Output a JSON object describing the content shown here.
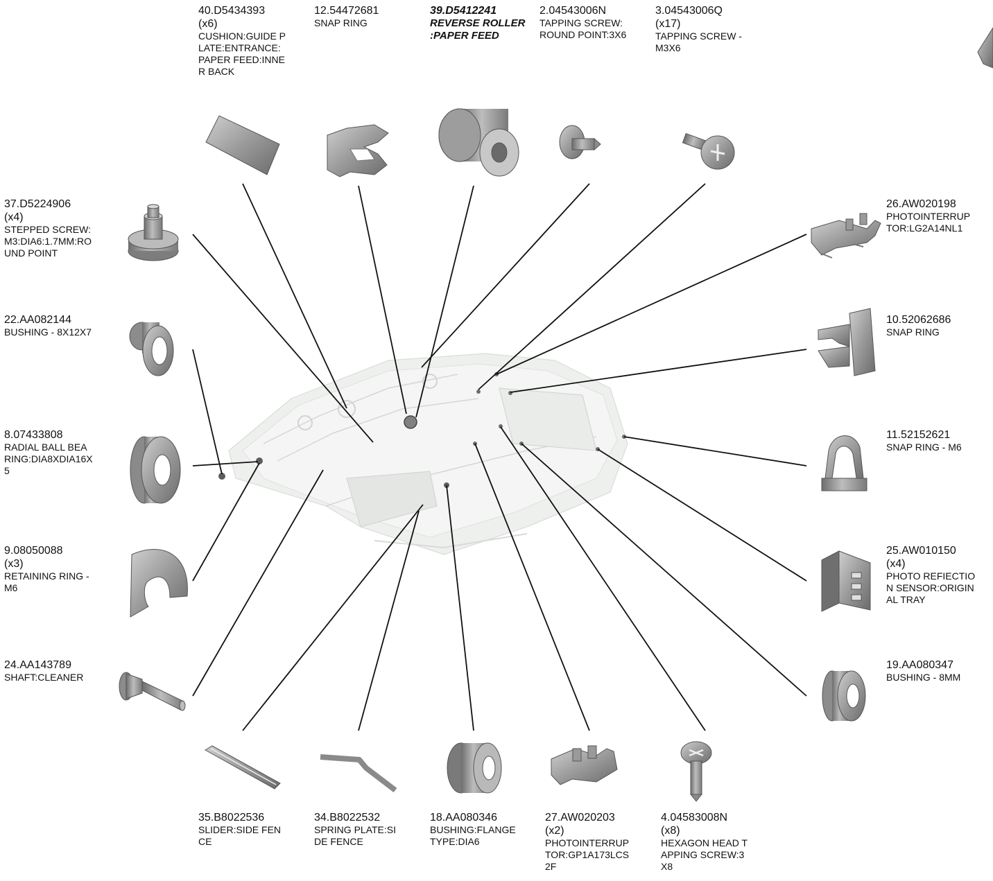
{
  "parts": [
    {
      "id": "p40",
      "number": "40.D5434393",
      "qty": "(x6)",
      "desc": "CUSHION:GUIDE P\nLATE:ENTRANCE:\nPAPER FEED:INNE\nR BACK",
      "icon": "cushion-pad-icon"
    },
    {
      "id": "p12",
      "number": "12.54472681",
      "qty": "",
      "desc": "SNAP RING",
      "icon": "snap-ring-icon"
    },
    {
      "id": "p39",
      "number": "39.D5412241",
      "qty": "",
      "desc": "REVERSE ROLLER\n:PAPER FEED",
      "icon": "roller-icon",
      "highlight": true
    },
    {
      "id": "p2",
      "number": "2.04543006N",
      "qty": "",
      "desc": "TAPPING SCREW:\nROUND POINT:3X6",
      "icon": "tapping-screw-icon"
    },
    {
      "id": "p3",
      "number": "3.04543006Q",
      "qty": "(x17)",
      "desc": "TAPPING SCREW -\n M3X6",
      "icon": "phillips-screw-icon"
    },
    {
      "id": "p37",
      "number": "37.D5224906",
      "qty": "(x4)",
      "desc": "STEPPED SCREW:\nM3:DIA6:1.7MM:RO\nUND POINT",
      "icon": "stepped-screw-icon"
    },
    {
      "id": "p22",
      "number": "22.AA082144",
      "qty": "",
      "desc": "BUSHING - 8X12X7",
      "icon": "bushing-icon"
    },
    {
      "id": "p8",
      "number": "8.07433808",
      "qty": "",
      "desc": "RADIAL BALL BEA\nRING:DIA8XDIA16X\n5",
      "icon": "ball-bearing-icon"
    },
    {
      "id": "p9",
      "number": "9.08050088",
      "qty": "(x3)",
      "desc": "RETAINING RING -\nM6",
      "icon": "retaining-ring-icon"
    },
    {
      "id": "p24",
      "number": "24.AA143789",
      "qty": "",
      "desc": "SHAFT:CLEANER",
      "icon": "shaft-icon"
    },
    {
      "id": "p26",
      "number": "26.AW020198",
      "qty": "",
      "desc": "PHOTOINTERRUP\nTOR:LG2A14NL1",
      "icon": "photointerrupter-icon"
    },
    {
      "id": "p10",
      "number": "10.52062686",
      "qty": "",
      "desc": "SNAP RING",
      "icon": "snap-ring-icon"
    },
    {
      "id": "p11",
      "number": "11.52152621",
      "qty": "",
      "desc": "SNAP RING - M6",
      "icon": "snap-ring-clip-icon"
    },
    {
      "id": "p25",
      "number": "25.AW010150",
      "qty": "(x4)",
      "desc": "PHOTO REFIECTIO\nN SENSOR:ORIGIN\nAL TRAY",
      "icon": "photo-sensor-icon"
    },
    {
      "id": "p19",
      "number": "19.AA080347",
      "qty": "",
      "desc": "BUSHING - 8MM",
      "icon": "bushing-icon"
    },
    {
      "id": "p35",
      "number": "35.B8022536",
      "qty": "",
      "desc": "SLIDER:SIDE FEN\nCE",
      "icon": "slider-icon"
    },
    {
      "id": "p34",
      "number": "34.B8022532",
      "qty": "",
      "desc": "SPRING PLATE:SI\nDE FENCE",
      "icon": "spring-plate-icon"
    },
    {
      "id": "p18",
      "number": "18.AA080346",
      "qty": "",
      "desc": "BUSHING:FLANGE\nTYPE:DIA6",
      "icon": "flange-bushing-icon"
    },
    {
      "id": "p27",
      "number": "27.AW020203",
      "qty": "(x2)",
      "desc": "PHOTOINTERRUP\nTOR:GP1A173LCS\n2F",
      "icon": "photointerrupter-icon"
    },
    {
      "id": "p4",
      "number": "4.04583008N",
      "qty": "(x8)",
      "desc": "HEXAGON HEAD T\nAPPING SCREW:3\nX8",
      "icon": "hex-screw-icon"
    }
  ],
  "colors": {
    "line": "#111111",
    "part": "#8f8f8f",
    "part_dark": "#6a6a6a",
    "part_light": "#c4c4c4",
    "assembly": "#e6e8e6"
  }
}
